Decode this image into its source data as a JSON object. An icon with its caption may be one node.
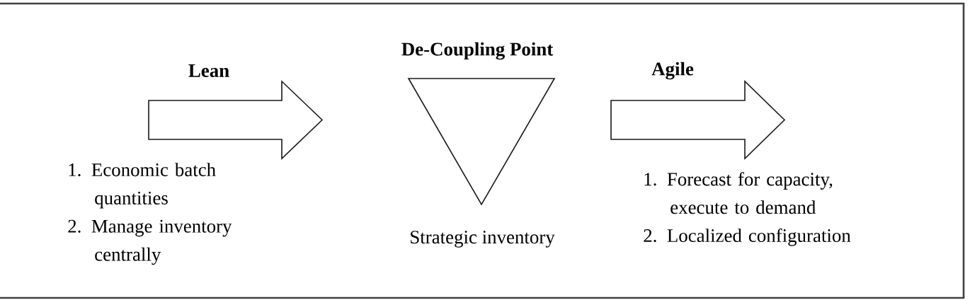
{
  "diagram": {
    "nodes": [
      {
        "text": [
          "Lean"
        ],
        "beside": [
          "1. Economic batch quantities",
          "2. Manage inventory centrally"
        ]
      },
      {
        "text": [
          "De-Coupling Point"
        ],
        "beside": [
          "Strategic inventory"
        ]
      },
      {
        "text": [
          "Agile"
        ],
        "beside": [
          "1. Forecast for capacity, execute to demand",
          "2. Localized configuration"
        ]
      }
    ]
  }
}
